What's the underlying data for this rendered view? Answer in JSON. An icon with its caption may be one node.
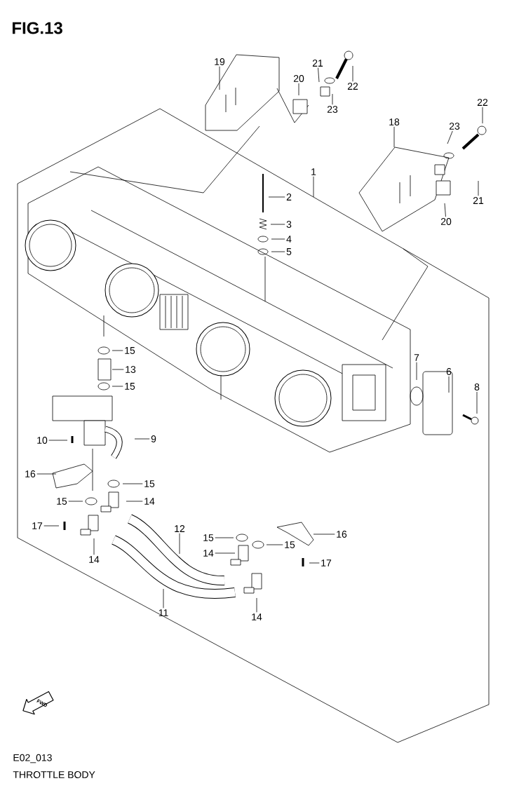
{
  "diagram": {
    "title": "FIG.13",
    "nodes": [
      {
        "text": [
          "19"
        ]
      },
      {
        "text": [
          "21"
        ]
      },
      {
        "text": [
          "20"
        ]
      },
      {
        "text": [
          "22"
        ]
      },
      {
        "text": [
          "22"
        ]
      },
      {
        "text": [
          "23"
        ]
      },
      {
        "text": [
          "18"
        ]
      },
      {
        "text": [
          "23"
        ]
      },
      {
        "text": [
          "1"
        ]
      },
      {
        "text": [
          "21"
        ]
      },
      {
        "text": [
          "2"
        ]
      },
      {
        "text": [
          "20"
        ]
      },
      {
        "text": [
          "3"
        ]
      },
      {
        "text": [
          "4"
        ]
      },
      {
        "text": [
          "5"
        ]
      },
      {
        "text": [
          "15"
        ]
      },
      {
        "text": [
          "7"
        ]
      },
      {
        "text": [
          "13"
        ]
      },
      {
        "text": [
          "6"
        ]
      },
      {
        "text": [
          "15"
        ]
      },
      {
        "text": [
          "8"
        ]
      },
      {
        "text": [
          "9"
        ]
      },
      {
        "text": [
          "10"
        ]
      },
      {
        "text": [
          "16"
        ]
      },
      {
        "text": [
          "15"
        ]
      },
      {
        "text": [
          "15"
        ]
      },
      {
        "text": [
          "14"
        ]
      },
      {
        "text": [
          "17"
        ]
      },
      {
        "text": [
          "12"
        ]
      },
      {
        "text": [
          "16"
        ]
      },
      {
        "text": [
          "15"
        ]
      },
      {
        "text": [
          "15"
        ]
      },
      {
        "text": [
          "14"
        ]
      },
      {
        "text": [
          "14"
        ]
      },
      {
        "text": [
          "17"
        ]
      },
      {
        "text": [
          "14"
        ]
      },
      {
        "text": [
          "11"
        ]
      }
    ],
    "edges": [
      {
        "from": 0,
        "to": null,
        "arrow": "none"
      },
      {
        "from": 1,
        "to": null,
        "arrow": "none"
      },
      {
        "from": 2,
        "to": null,
        "arrow": "none"
      },
      {
        "from": 3,
        "to": null,
        "arrow": "none"
      },
      {
        "from": 4,
        "to": null,
        "arrow": "none"
      },
      {
        "from": 5,
        "to": null,
        "arrow": "none"
      },
      {
        "from": 6,
        "to": null,
        "arrow": "none"
      },
      {
        "from": 7,
        "to": null,
        "arrow": "none"
      },
      {
        "from": 8,
        "to": null,
        "arrow": "none"
      },
      {
        "from": 9,
        "to": null,
        "arrow": "none"
      },
      {
        "from": 10,
        "to": null,
        "arrow": "none"
      },
      {
        "from": 11,
        "to": null,
        "arrow": "none"
      },
      {
        "from": 12,
        "to": null,
        "arrow": "none"
      },
      {
        "from": 13,
        "to": null,
        "arrow": "none"
      },
      {
        "from": 14,
        "to": null,
        "arrow": "none"
      },
      {
        "from": 15,
        "to": null,
        "arrow": "none"
      },
      {
        "from": 16,
        "to": null,
        "arrow": "none"
      },
      {
        "from": 17,
        "to": null,
        "arrow": "none"
      },
      {
        "from": 18,
        "to": null,
        "arrow": "none"
      },
      {
        "from": 19,
        "to": null,
        "arrow": "none"
      },
      {
        "from": 20,
        "to": null,
        "arrow": "none"
      },
      {
        "from": 21,
        "to": null,
        "arrow": "none"
      },
      {
        "from": 22,
        "to": null,
        "arrow": "none"
      },
      {
        "from": 23,
        "to": null,
        "arrow": "none"
      },
      {
        "from": 24,
        "to": null,
        "arrow": "none"
      },
      {
        "from": 25,
        "to": null,
        "arrow": "none"
      },
      {
        "from": 26,
        "to": null,
        "arrow": "none"
      },
      {
        "from": 27,
        "to": null,
        "arrow": "none"
      },
      {
        "from": 28,
        "to": null,
        "arrow": "none"
      },
      {
        "from": 29,
        "to": null,
        "arrow": "none"
      },
      {
        "from": 30,
        "to": null,
        "arrow": "none"
      },
      {
        "from": 31,
        "to": null,
        "arrow": "none"
      },
      {
        "from": 32,
        "to": null,
        "arrow": "none"
      },
      {
        "from": 33,
        "to": null,
        "arrow": "none"
      },
      {
        "from": 34,
        "to": null,
        "arrow": "none"
      },
      {
        "from": 35,
        "to": null,
        "arrow": "none"
      },
      {
        "from": 36,
        "to": null,
        "arrow": "none"
      }
    ],
    "labels": [
      "FWD",
      "E02_013"
    ],
    "caption": "THROTTLE BODY"
  }
}
